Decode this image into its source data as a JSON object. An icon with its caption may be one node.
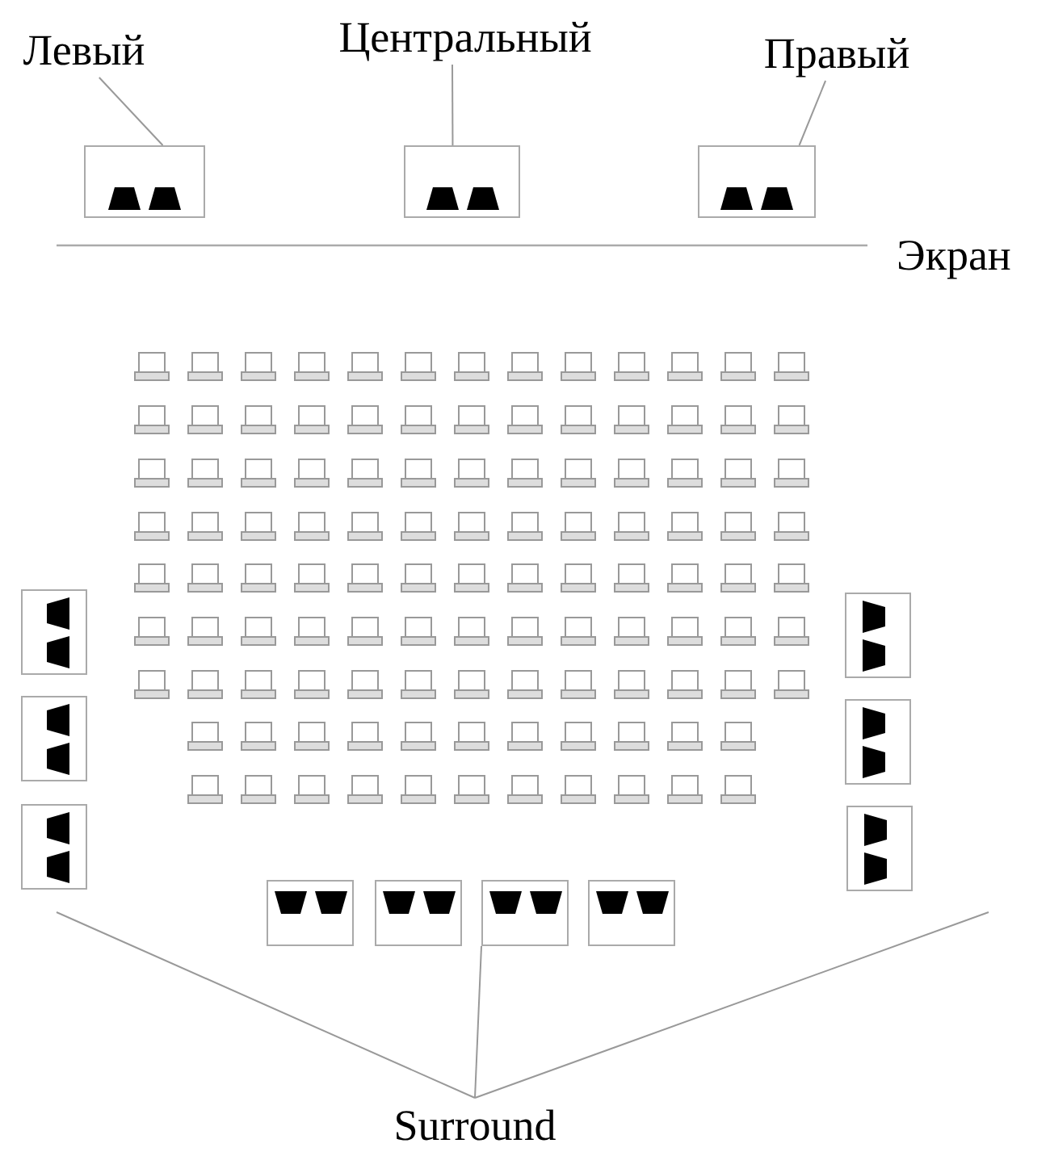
{
  "diagram": {
    "nodes": [
      {
        "text": [
          "Левый"
        ]
      },
      {
        "text": [
          "Центральный"
        ]
      },
      {
        "text": [
          "Правый"
        ]
      },
      {
        "text": [],
        "shape": "box"
      },
      {
        "text": [],
        "shape": "box"
      },
      {
        "text": [],
        "shape": "box"
      },
      {
        "text": [],
        "shape": "box"
      },
      {
        "text": [],
        "shape": "box"
      },
      {
        "text": [],
        "shape": "box"
      },
      {
        "text": [],
        "shape": "box"
      },
      {
        "text": [],
        "shape": "box"
      },
      {
        "text": [],
        "shape": "box"
      },
      {
        "text": [],
        "shape": "box"
      },
      {
        "text": [],
        "shape": "box"
      },
      {
        "text": [],
        "shape": "box"
      },
      {
        "text": [],
        "shape": "box"
      },
      {
        "text": [
          "Surround"
        ]
      }
    ],
    "edges": [
      {
        "from": 0,
        "to": 3,
        "arrow": "none"
      },
      {
        "from": 1,
        "to": 4,
        "arrow": "none"
      },
      {
        "from": 2,
        "to": 5,
        "arrow": "none"
      },
      {
        "from": 16,
        "to": null,
        "arrow": "none"
      },
      {
        "from": 16,
        "to": 14,
        "arrow": "none"
      },
      {
        "from": 16,
        "to": null,
        "arrow": "none"
      }
    ],
    "labels": [
      "Экран"
    ]
  }
}
